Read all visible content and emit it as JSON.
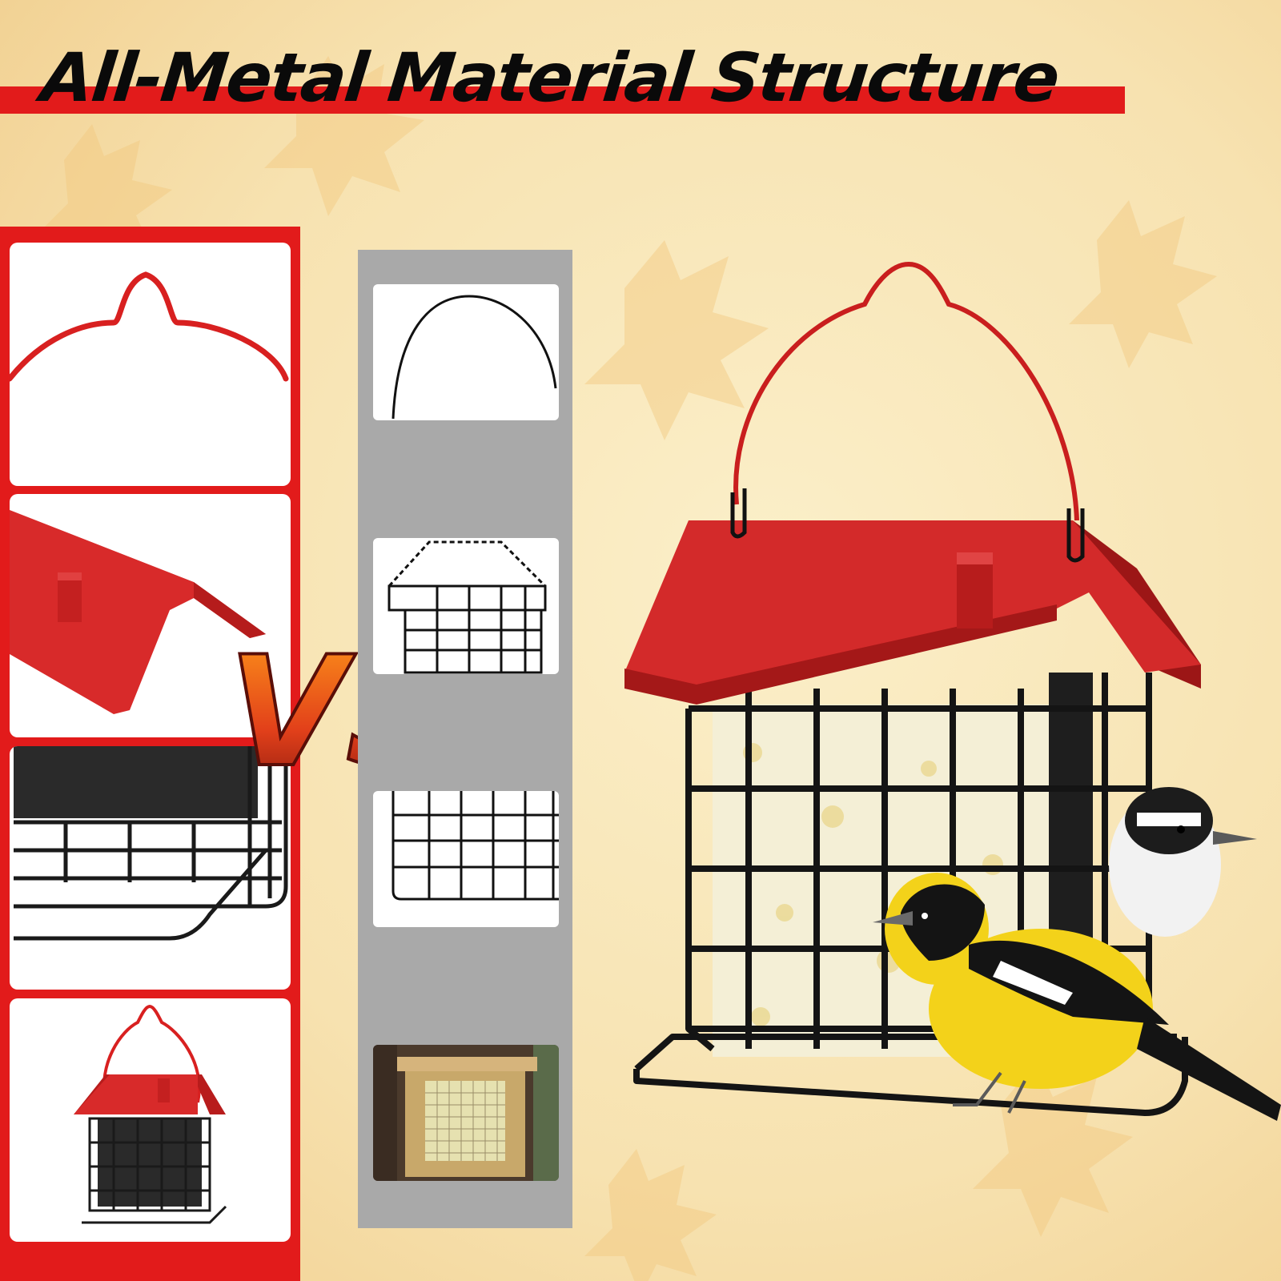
{
  "title": "All-Metal Material Structure",
  "vs_label": "VS",
  "colors": {
    "accent_red": "#e21b1b",
    "roof_red": "#d32a2a",
    "wire_black": "#1a1a1a",
    "background": "#f8e6b8",
    "strip_gray": "#a9a9a9",
    "oriole_yellow": "#f3d21a"
  },
  "left_features": [
    {
      "name": "red-metal-hook"
    },
    {
      "name": "red-metal-roof"
    },
    {
      "name": "black-metal-cage"
    },
    {
      "name": "full-feeder"
    }
  ],
  "comparison_items": [
    {
      "name": "plain-wire-hanger"
    },
    {
      "name": "chain-hung-cage"
    },
    {
      "name": "basic-wire-cage"
    },
    {
      "name": "wooden-feeder"
    }
  ]
}
